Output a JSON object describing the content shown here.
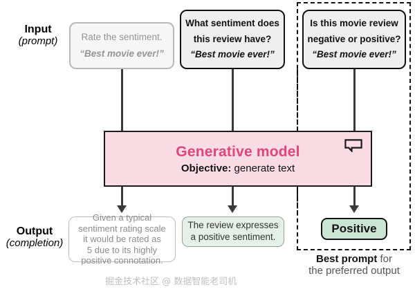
{
  "rows": {
    "input": {
      "main": "Input",
      "sub": "(prompt)"
    },
    "output": {
      "main": "Output",
      "sub": "(completion)"
    }
  },
  "prompts": [
    {
      "id": "prompt-vague",
      "question": "Rate the sentiment.",
      "quote": "“Best movie ever!”",
      "style": "weak"
    },
    {
      "id": "prompt-better",
      "question_line1": "What sentiment does",
      "question_line2": "this review have?",
      "quote": "“Best movie ever!”",
      "style": "strong"
    },
    {
      "id": "prompt-best",
      "question_line1": "Is this movie review",
      "question_line2": "negative or positive?",
      "quote": "“Best movie ever!”",
      "style": "strong"
    }
  ],
  "model": {
    "title": "Generative model",
    "objective_label": "Objective:",
    "objective_value": " generate text",
    "icon": "speech-bubble-icon",
    "fill_color": "#fadce5",
    "title_color": "#e0457b",
    "border_color": "#1b1b1b"
  },
  "outputs": [
    {
      "id": "output-verbose",
      "lines": [
        "Given a typical",
        "sentiment rating scale",
        "it would be rated as",
        "5 due to its highly",
        "positive connotation."
      ],
      "style": "weak"
    },
    {
      "id": "output-descriptive",
      "lines": [
        "The review expresses",
        "a positive sentiment."
      ],
      "style": "mid",
      "fill_color": "#e6f0e9"
    },
    {
      "id": "output-preferred",
      "lines": [
        "Positive"
      ],
      "style": "strong",
      "fill_color": "#cbe5d3"
    }
  ],
  "caption": {
    "bold": "Best prompt",
    "rest_line1": " for",
    "rest_line2": "the preferred output"
  },
  "watermark": {
    "text": "掘金技术社区 @ 数据智能老司机"
  }
}
